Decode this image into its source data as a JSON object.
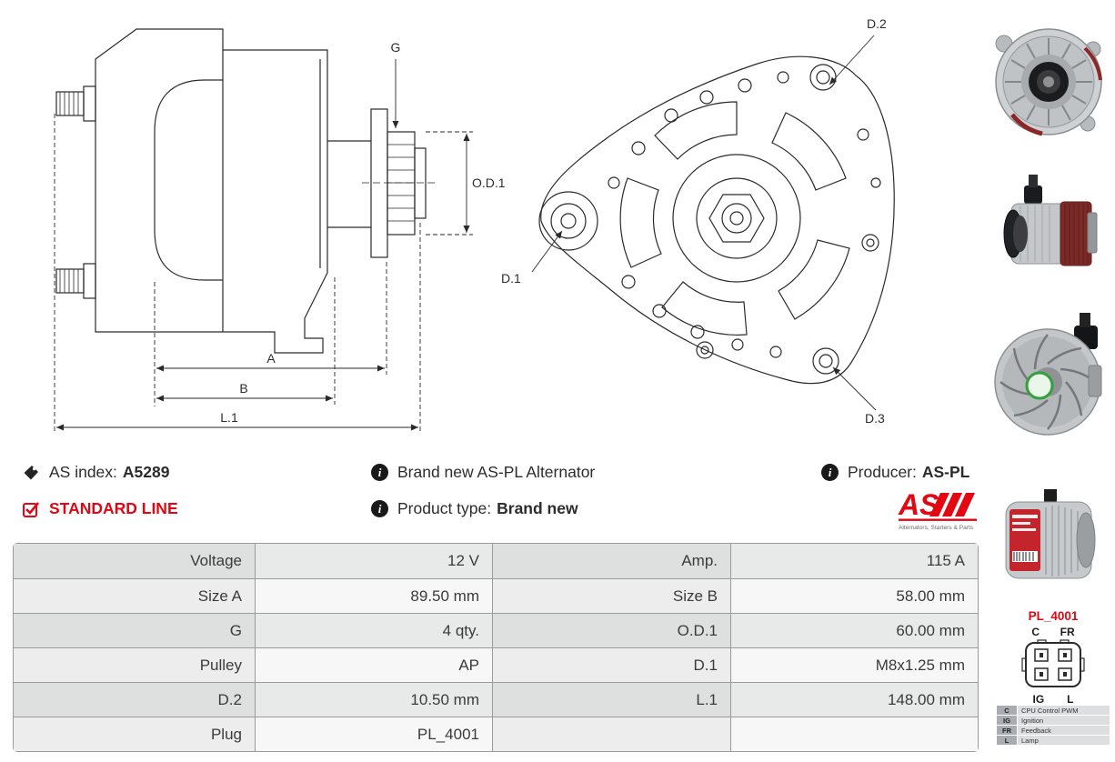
{
  "colors": {
    "brand_red": "#e30613",
    "line_dark": "#2a2a2a"
  },
  "drawing_side": {
    "g": "G",
    "od1": "O.D.1",
    "a": "A",
    "b": "B",
    "l1": "L.1"
  },
  "drawing_front": {
    "d1": "D.1",
    "d2": "D.2",
    "d3": "D.3"
  },
  "info": {
    "as_index_label": "AS index:",
    "as_index_value": "A5289",
    "standard_line": "STANDARD LINE",
    "brand_new_text": "Brand new AS-PL Alternator",
    "product_type_label": "Product type:",
    "product_type_value": "Brand new",
    "producer_label": "Producer:",
    "producer_value": "AS-PL",
    "logo_brand": "AS",
    "logo_tagline": "Alternators, Starters & Parts"
  },
  "spec_table": {
    "rows": [
      {
        "l1": "Voltage",
        "v1": "12 V",
        "l2": "Amp.",
        "v2": "115 A"
      },
      {
        "l1": "Size A",
        "v1": "89.50 mm",
        "l2": "Size B",
        "v2": "58.00 mm"
      },
      {
        "l1": "G",
        "v1": "4 qty.",
        "l2": "O.D.1",
        "v2": "60.00 mm"
      },
      {
        "l1": "Pulley",
        "v1": "AP",
        "l2": "D.1",
        "v2": "M8x1.25 mm"
      },
      {
        "l1": "D.2",
        "v1": "10.50 mm",
        "l2": "L.1",
        "v2": "148.00 mm"
      },
      {
        "l1": "Plug",
        "v1": "PL_4001",
        "l2": "",
        "v2": ""
      }
    ]
  },
  "plug": {
    "name": "PL_4001",
    "pin_top_left": "C",
    "pin_top_right": "FR",
    "pin_bottom_left": "IG",
    "pin_bottom_right": "L",
    "legend": [
      {
        "pin": "C",
        "desc": "CPU Control PWM"
      },
      {
        "pin": "IG",
        "desc": "Ignition"
      },
      {
        "pin": "FR",
        "desc": "Feedback"
      },
      {
        "pin": "L",
        "desc": "Lamp"
      }
    ]
  }
}
